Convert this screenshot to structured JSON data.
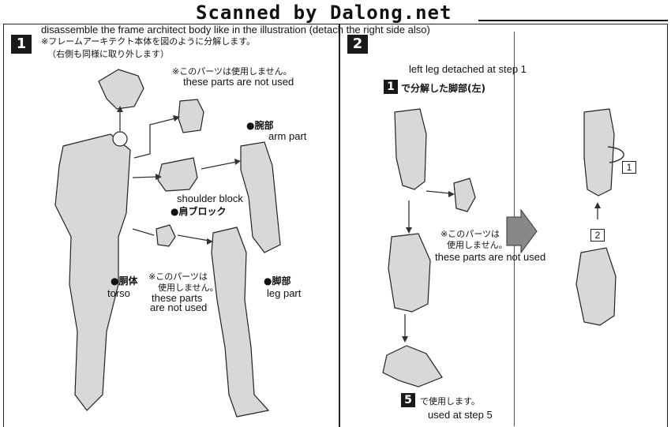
{
  "banner": "Scanned by Dalong.net",
  "step1": {
    "number": "1",
    "en_instruction": "disassemble the frame architect body like in the illustration (detach the right side also)",
    "jp_instruction": "※フレームアーキテクト本体を図のように分解します。",
    "jp_note": "（右側も同様に取り外します）",
    "unused_top_jp": "※このパーツは使用しません。",
    "unused_top_en": "these parts are not used",
    "arm_jp": "●腕部",
    "arm_en": "arm part",
    "shoulder_en": "shoulder block",
    "shoulder_jp": "●肩ブロック",
    "torso_jp": "●胴体",
    "torso_en": "torso",
    "unused_mid_jp1": "※このパーツは",
    "unused_mid_jp2": "使用しません。",
    "unused_mid_en1": "these parts",
    "unused_mid_en2": "are not used",
    "leg_jp": "●脚部",
    "leg_en": "leg part"
  },
  "step2": {
    "number": "2",
    "left_leg_en": "left leg detached at step 1",
    "left_leg_ref": "1",
    "left_leg_jp": "で分解した脚部(左)",
    "unused_jp1": "※このパーツは",
    "unused_jp2": "使用しません。",
    "unused_en": "these parts are not used",
    "use_ref": "5",
    "use_jp": "で使用します。",
    "use_en": "used at step 5",
    "box1": "1",
    "box2": "2"
  }
}
